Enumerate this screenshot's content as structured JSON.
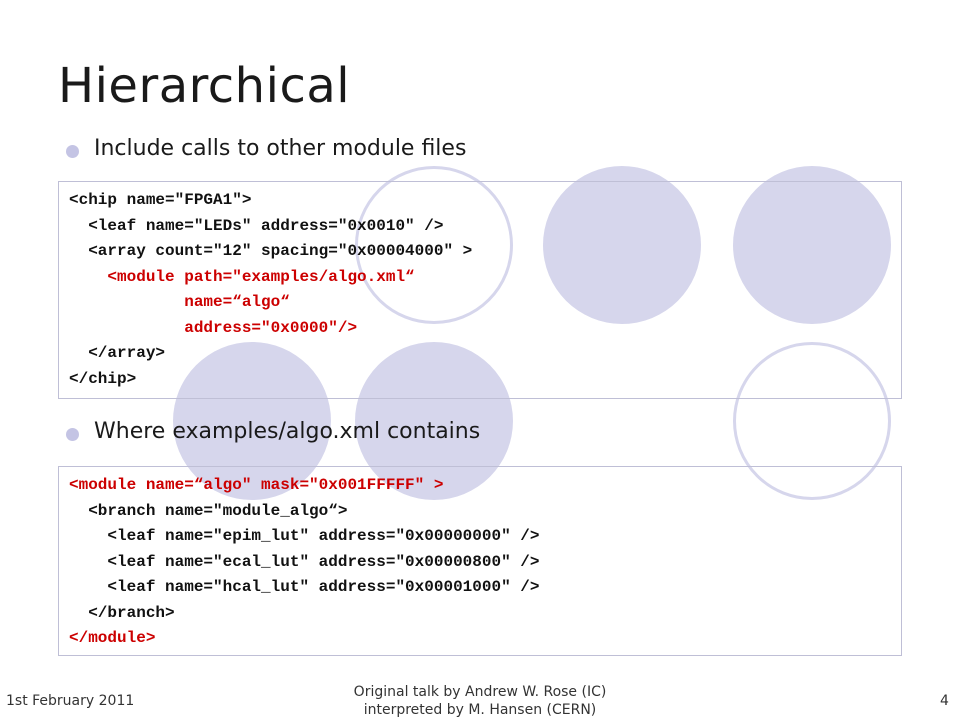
{
  "slide": {
    "title": "Hierarchical",
    "bullets": [
      "Include calls to other module files",
      "Where examples/algo.xml contains"
    ],
    "code_block_1": [
      "<chip name=\"FPGA1\">",
      "  <leaf name=\"LEDs\" address=\"0x0010\" />",
      "  <array count=\"12\" spacing=\"0x00004000\" >",
      "    <module path=\"examples/algo.xml“",
      "            name=“algo“",
      "            address=\"0x0000\"/>",
      "  </array>",
      "</chip>"
    ],
    "code_block_2": [
      "<module name=“algo\" mask=\"0x001FFFFF\" >",
      "  <branch name=\"module_algo“>",
      "    <leaf name=\"epim_lut\" address=\"0x00000000\" />",
      "    <leaf name=\"ecal_lut\" address=\"0x00000800\" />",
      "    <leaf name=\"hcal_lut\" address=\"0x00001000\" />",
      "  </branch>",
      "</module>"
    ],
    "highlight_color": "#cc0000",
    "circle_color": "#d6d6ec"
  },
  "footer": {
    "date": "1st February 2011",
    "credit_line1": "Original talk by Andrew W. Rose (IC)",
    "credit_line2": "interpreted by M. Hansen (CERN)",
    "page_number": "4"
  }
}
